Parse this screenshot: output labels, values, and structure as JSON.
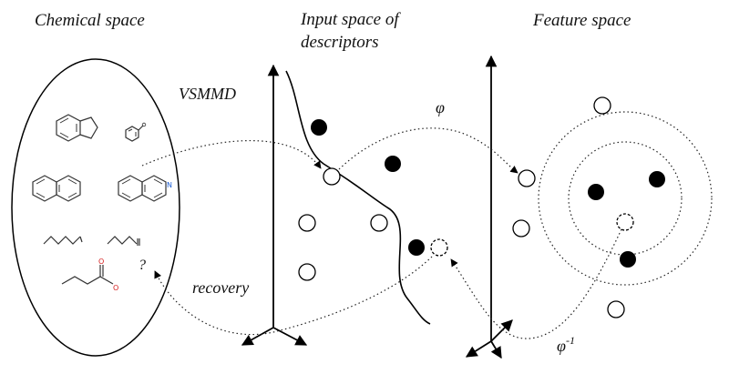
{
  "labels": {
    "chemical_space": "Chemical space",
    "input_space_line1": "Input space of",
    "input_space_line2": "descriptors",
    "feature_space": "Feature space",
    "vsmmd": "VSMMD",
    "phi": "φ",
    "recovery": "recovery",
    "phi_inverse_base": "φ",
    "phi_inverse_sup": "-1",
    "question_mark": "?"
  },
  "molecule_atoms": {
    "oxygen": "O",
    "nitrogen": "N"
  },
  "colors": {
    "ink": "#111111",
    "oxygen": "#d62020",
    "nitrogen": "#1f5fd6"
  }
}
